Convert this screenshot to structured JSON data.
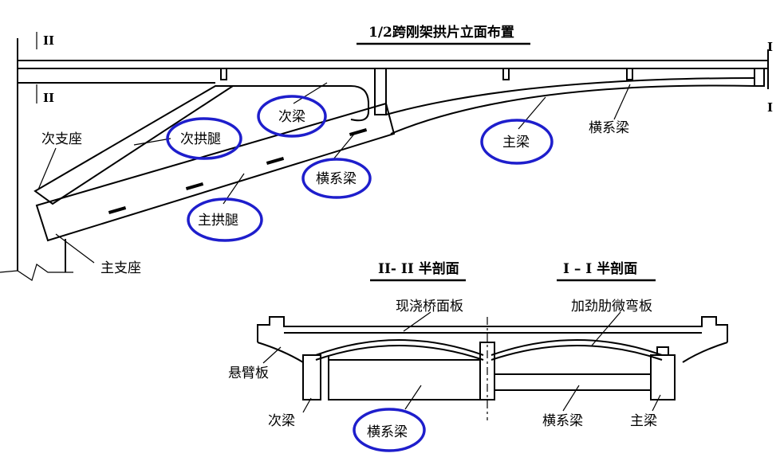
{
  "elevation": {
    "title": "1/2跨刚架拱片立面布置",
    "marks": {
      "section2_top": "II",
      "section2_bottom": "II",
      "section1_top": "I",
      "section1_bottom": "I"
    },
    "labels": {
      "secondary_support": "次支座",
      "secondary_arch_leg": "次拱腿",
      "secondary_beam": "次梁",
      "cross_beam_arch": "横系梁",
      "main_arch_leg": "主拱腿",
      "main_support": "主支座",
      "main_beam": "主梁",
      "cross_beam_top": "横系梁"
    }
  },
  "sections": {
    "half_section_2": "II- II 半剖面",
    "half_section_1": "I – I 半剖面",
    "labels": {
      "cast_deck": "现浇桥面板",
      "ribbed_slab": "加劲肋微弯板",
      "cantilever": "悬臂板",
      "secondary_beam": "次梁",
      "cross_beam_left": "横系梁",
      "cross_beam_right": "横系梁",
      "main_beam": "主梁"
    }
  },
  "highlight_color": "#1e1ecc"
}
